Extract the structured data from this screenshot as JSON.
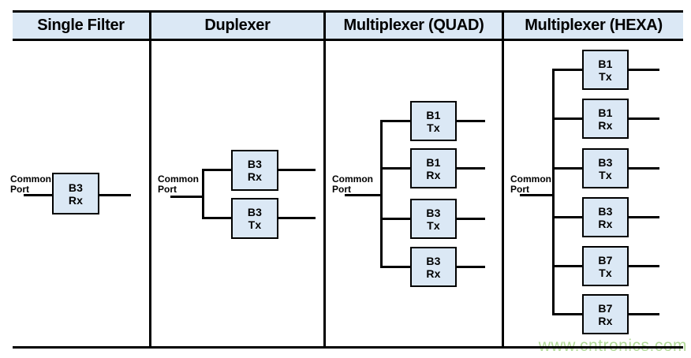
{
  "colors": {
    "box_fill": "#dbe8f5",
    "header_fill": "#dbe8f5",
    "wire": "#000000",
    "watermark_green": "#9ccf7c"
  },
  "columns": [
    {
      "header": "Single Filter",
      "common_port": [
        "Common",
        "Port"
      ],
      "filters": [
        {
          "band": "B3",
          "path": "Rx"
        }
      ]
    },
    {
      "header": "Duplexer",
      "common_port": [
        "Common",
        "Port"
      ],
      "filters": [
        {
          "band": "B3",
          "path": "Rx"
        },
        {
          "band": "B3",
          "path": "Tx"
        }
      ]
    },
    {
      "header": "Multiplexer (QUAD)",
      "common_port": [
        "Common",
        "Port"
      ],
      "filters": [
        {
          "band": "B1",
          "path": "Tx"
        },
        {
          "band": "B1",
          "path": "Rx"
        },
        {
          "band": "B3",
          "path": "Tx"
        },
        {
          "band": "B3",
          "path": "Rx"
        }
      ]
    },
    {
      "header": "Multiplexer (HEXA)",
      "common_port": [
        "Common",
        "Port"
      ],
      "filters": [
        {
          "band": "B1",
          "path": "Tx"
        },
        {
          "band": "B1",
          "path": "Rx"
        },
        {
          "band": "B3",
          "path": "Tx"
        },
        {
          "band": "B3",
          "path": "Rx"
        },
        {
          "band": "B7",
          "path": "Tx"
        },
        {
          "band": "B7",
          "path": "Rx"
        }
      ]
    }
  ],
  "watermark": "www.cntronics.com"
}
